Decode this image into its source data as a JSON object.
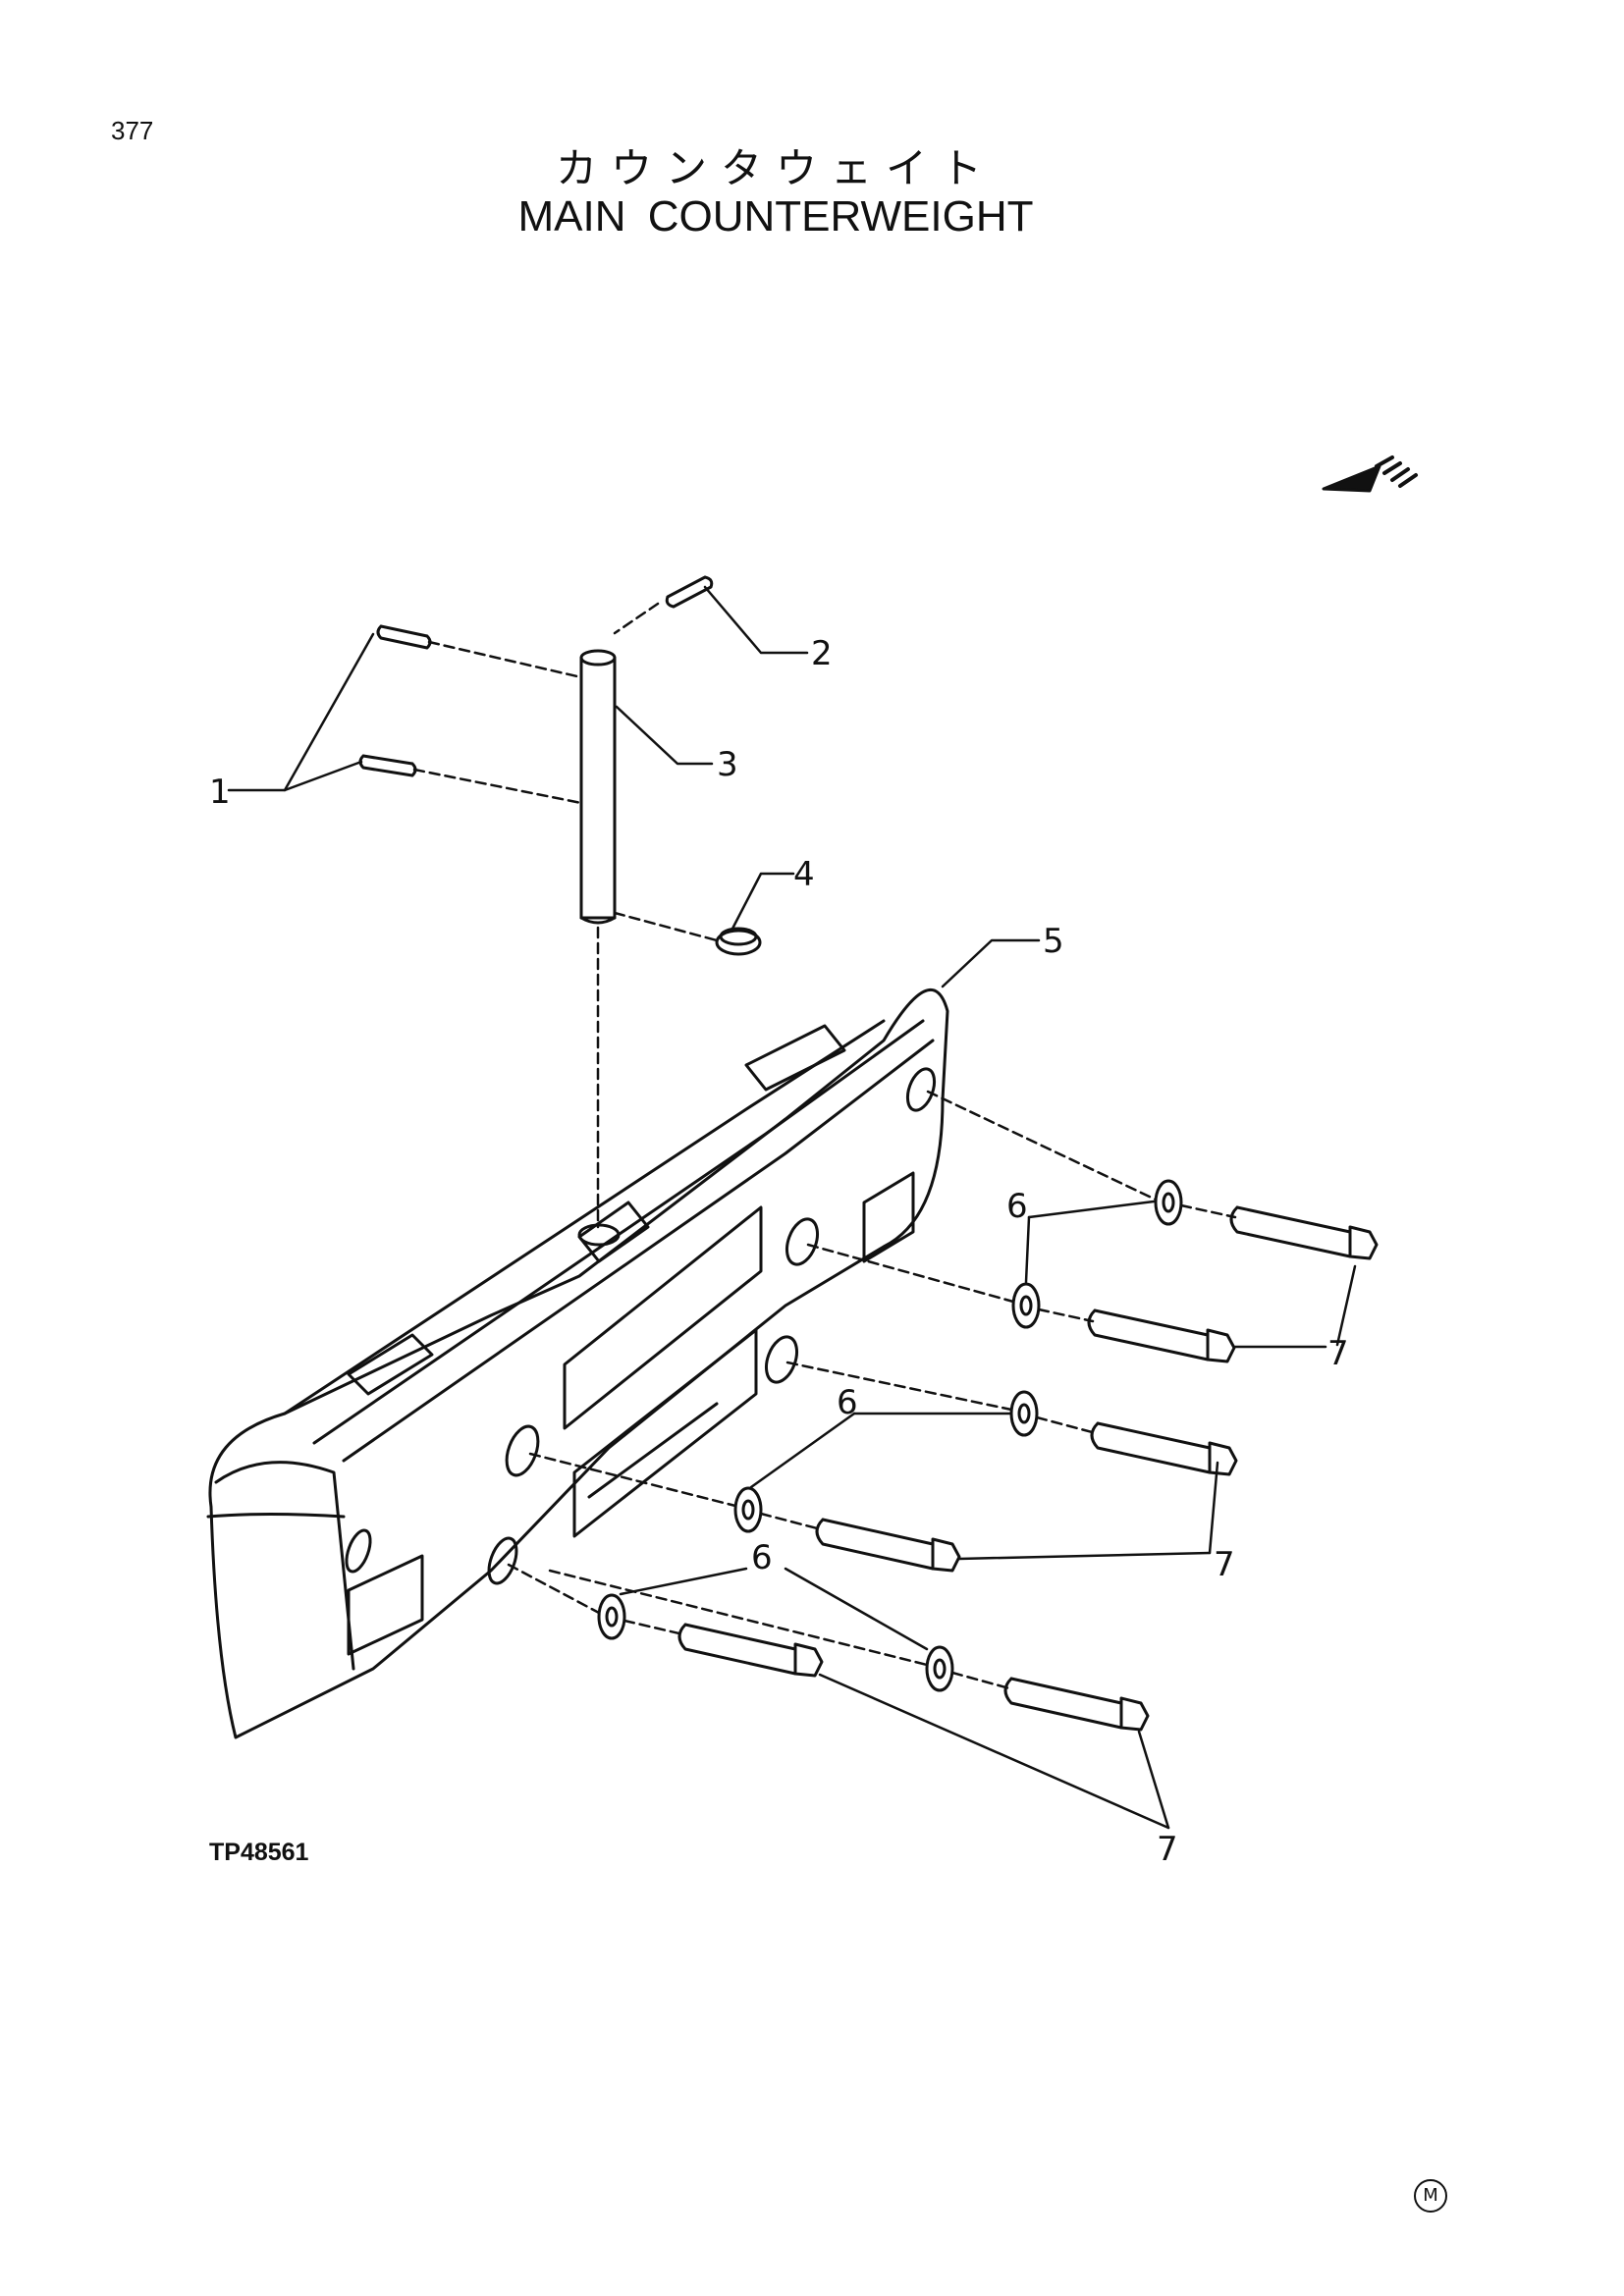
{
  "page": {
    "number": "377"
  },
  "title": {
    "japanese": "カウンタウェイト",
    "english": "MAIN COUNTERWEIGHT"
  },
  "callouts": [
    {
      "id": 1,
      "label": "1"
    },
    {
      "id": 2,
      "label": "2"
    },
    {
      "id": 3,
      "label": "3"
    },
    {
      "id": 4,
      "label": "4"
    },
    {
      "id": 5,
      "label": "5"
    },
    {
      "id": 6,
      "label": "6"
    },
    {
      "id": 7,
      "label": "7"
    }
  ],
  "figure_code": "TP48561",
  "corner_mark": "M",
  "icons": {
    "direction": "front-direction-arrow-icon"
  },
  "colors": {
    "ink": "#111111",
    "paper": "#ffffff"
  }
}
